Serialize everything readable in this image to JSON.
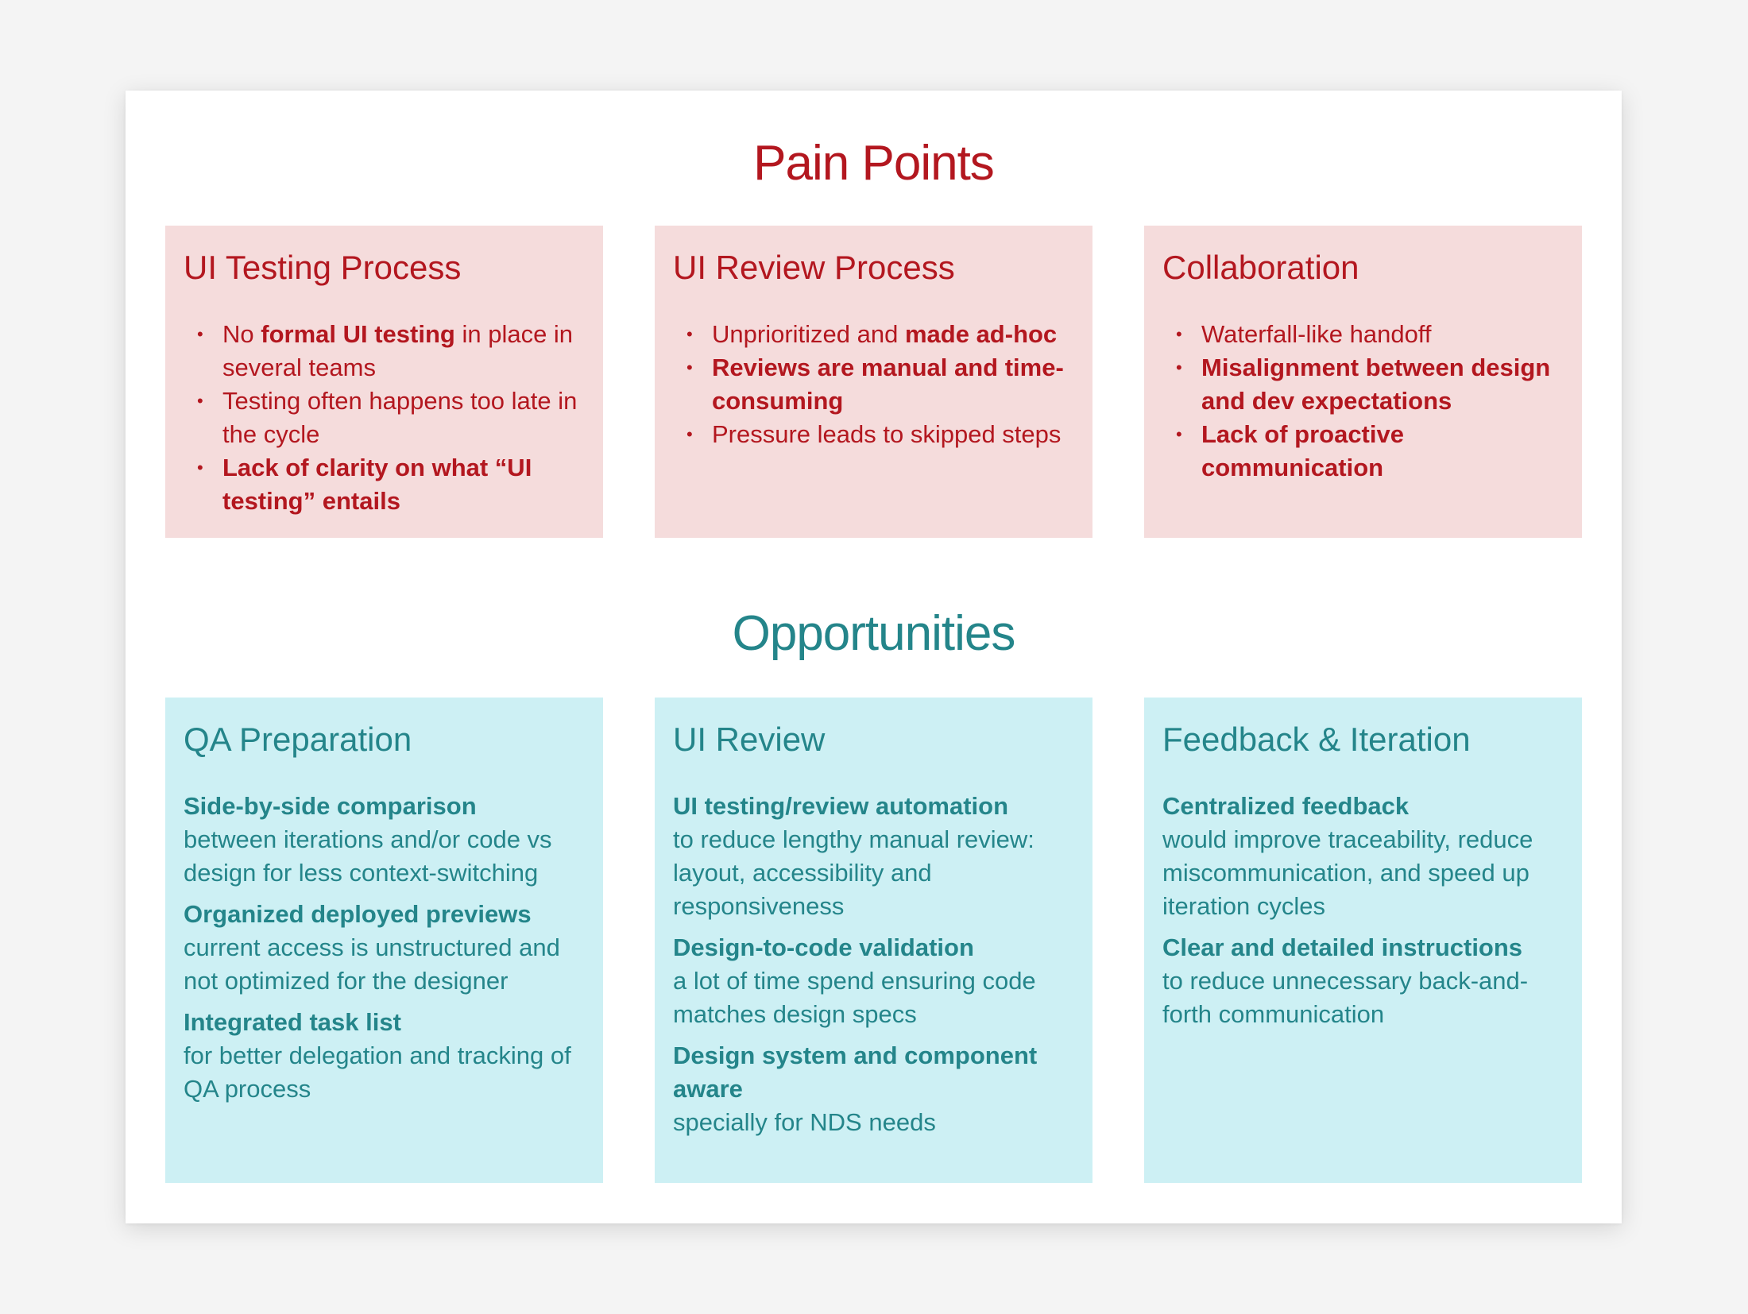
{
  "pain_points": {
    "title": "Pain Points",
    "cards": [
      {
        "heading": "UI Testing Process",
        "items": [
          {
            "parts": [
              "No ",
              "formal UI testing",
              " in place in several teams"
            ]
          },
          {
            "parts": [
              "Testing often happens too late in the cycle"
            ]
          },
          {
            "parts": [
              "",
              "Lack of clarity on what “UI testing” entails"
            ]
          }
        ]
      },
      {
        "heading": "UI Review Process",
        "items": [
          {
            "parts": [
              "Unprioritized and ",
              "made ad-hoc"
            ]
          },
          {
            "parts": [
              "",
              "Reviews are manual and time-consuming"
            ]
          },
          {
            "parts": [
              "Pressure leads to skipped steps"
            ]
          }
        ]
      },
      {
        "heading": "Collaboration",
        "items": [
          {
            "parts": [
              "Waterfall-like handoff"
            ]
          },
          {
            "parts": [
              "",
              "Misalignment between design and dev expectations"
            ]
          },
          {
            "parts": [
              "",
              "Lack of proactive communication"
            ]
          }
        ]
      }
    ]
  },
  "opportunities": {
    "title": "Opportunities",
    "cards": [
      {
        "heading": "QA Preparation",
        "items": [
          {
            "title": "Side-by-side comparison",
            "desc": "between iterations and/or code vs design for less context-switching"
          },
          {
            "title": "Organized deployed previews",
            "desc": "current access is unstructured and not optimized for the designer"
          },
          {
            "title": "Integrated task list",
            "desc": "for better delegation and tracking of QA process"
          }
        ]
      },
      {
        "heading": "UI Review",
        "items": [
          {
            "title": "UI testing/review automation",
            "desc": "to reduce lengthy manual review: layout, accessibility and responsiveness"
          },
          {
            "title": "Design-to-code validation",
            "desc": "a lot of time spend ensuring code matches design specs"
          },
          {
            "title": "Design system and component aware",
            "desc": "specially for NDS needs"
          }
        ]
      },
      {
        "heading": "Feedback & Iteration",
        "items": [
          {
            "title": "Centralized feedback",
            "desc": "would improve traceability, reduce miscommunication, and speed up iteration cycles"
          },
          {
            "title": "Clear and detailed instructions",
            "desc": "to reduce unnecessary back-and-forth communication"
          }
        ]
      }
    ]
  },
  "colors": {
    "pain_accent": "#b3171f",
    "pain_card_bg": "#f5dcdc",
    "opp_accent": "#24858a",
    "opp_card_bg": "#cdf0f4"
  },
  "bullet_glyph": "•"
}
